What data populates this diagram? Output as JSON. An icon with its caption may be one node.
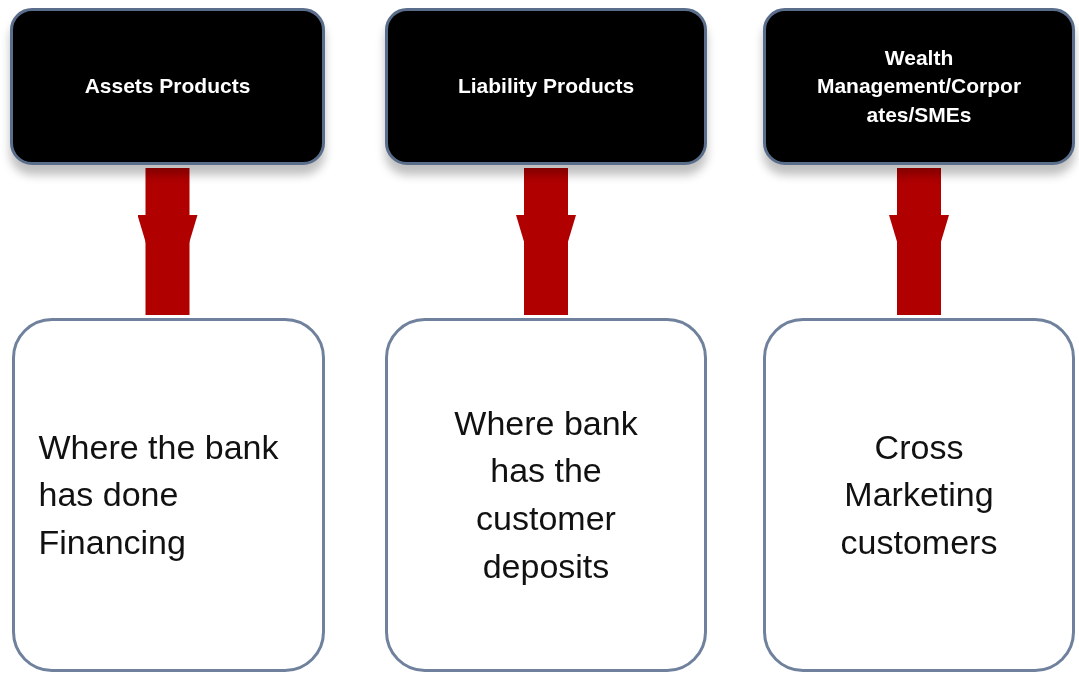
{
  "diagram": {
    "nodes": [
      {
        "text": [
          "Assets Products"
        ]
      },
      {
        "text": [
          "Liability Products"
        ]
      },
      {
        "text": [
          "Wealth Management/Corpor ates/SMEs"
        ]
      },
      {
        "text": [
          "Where the bank has done Financing"
        ]
      },
      {
        "text": [
          "Where bank has the customer deposits"
        ]
      },
      {
        "text": [
          "Cross Marketing customers"
        ]
      }
    ],
    "edges": [
      {
        "from": 0,
        "to": 3,
        "arrow": "to"
      },
      {
        "from": 1,
        "to": 4,
        "arrow": "to"
      },
      {
        "from": 2,
        "to": 5,
        "arrow": "to"
      }
    ]
  }
}
